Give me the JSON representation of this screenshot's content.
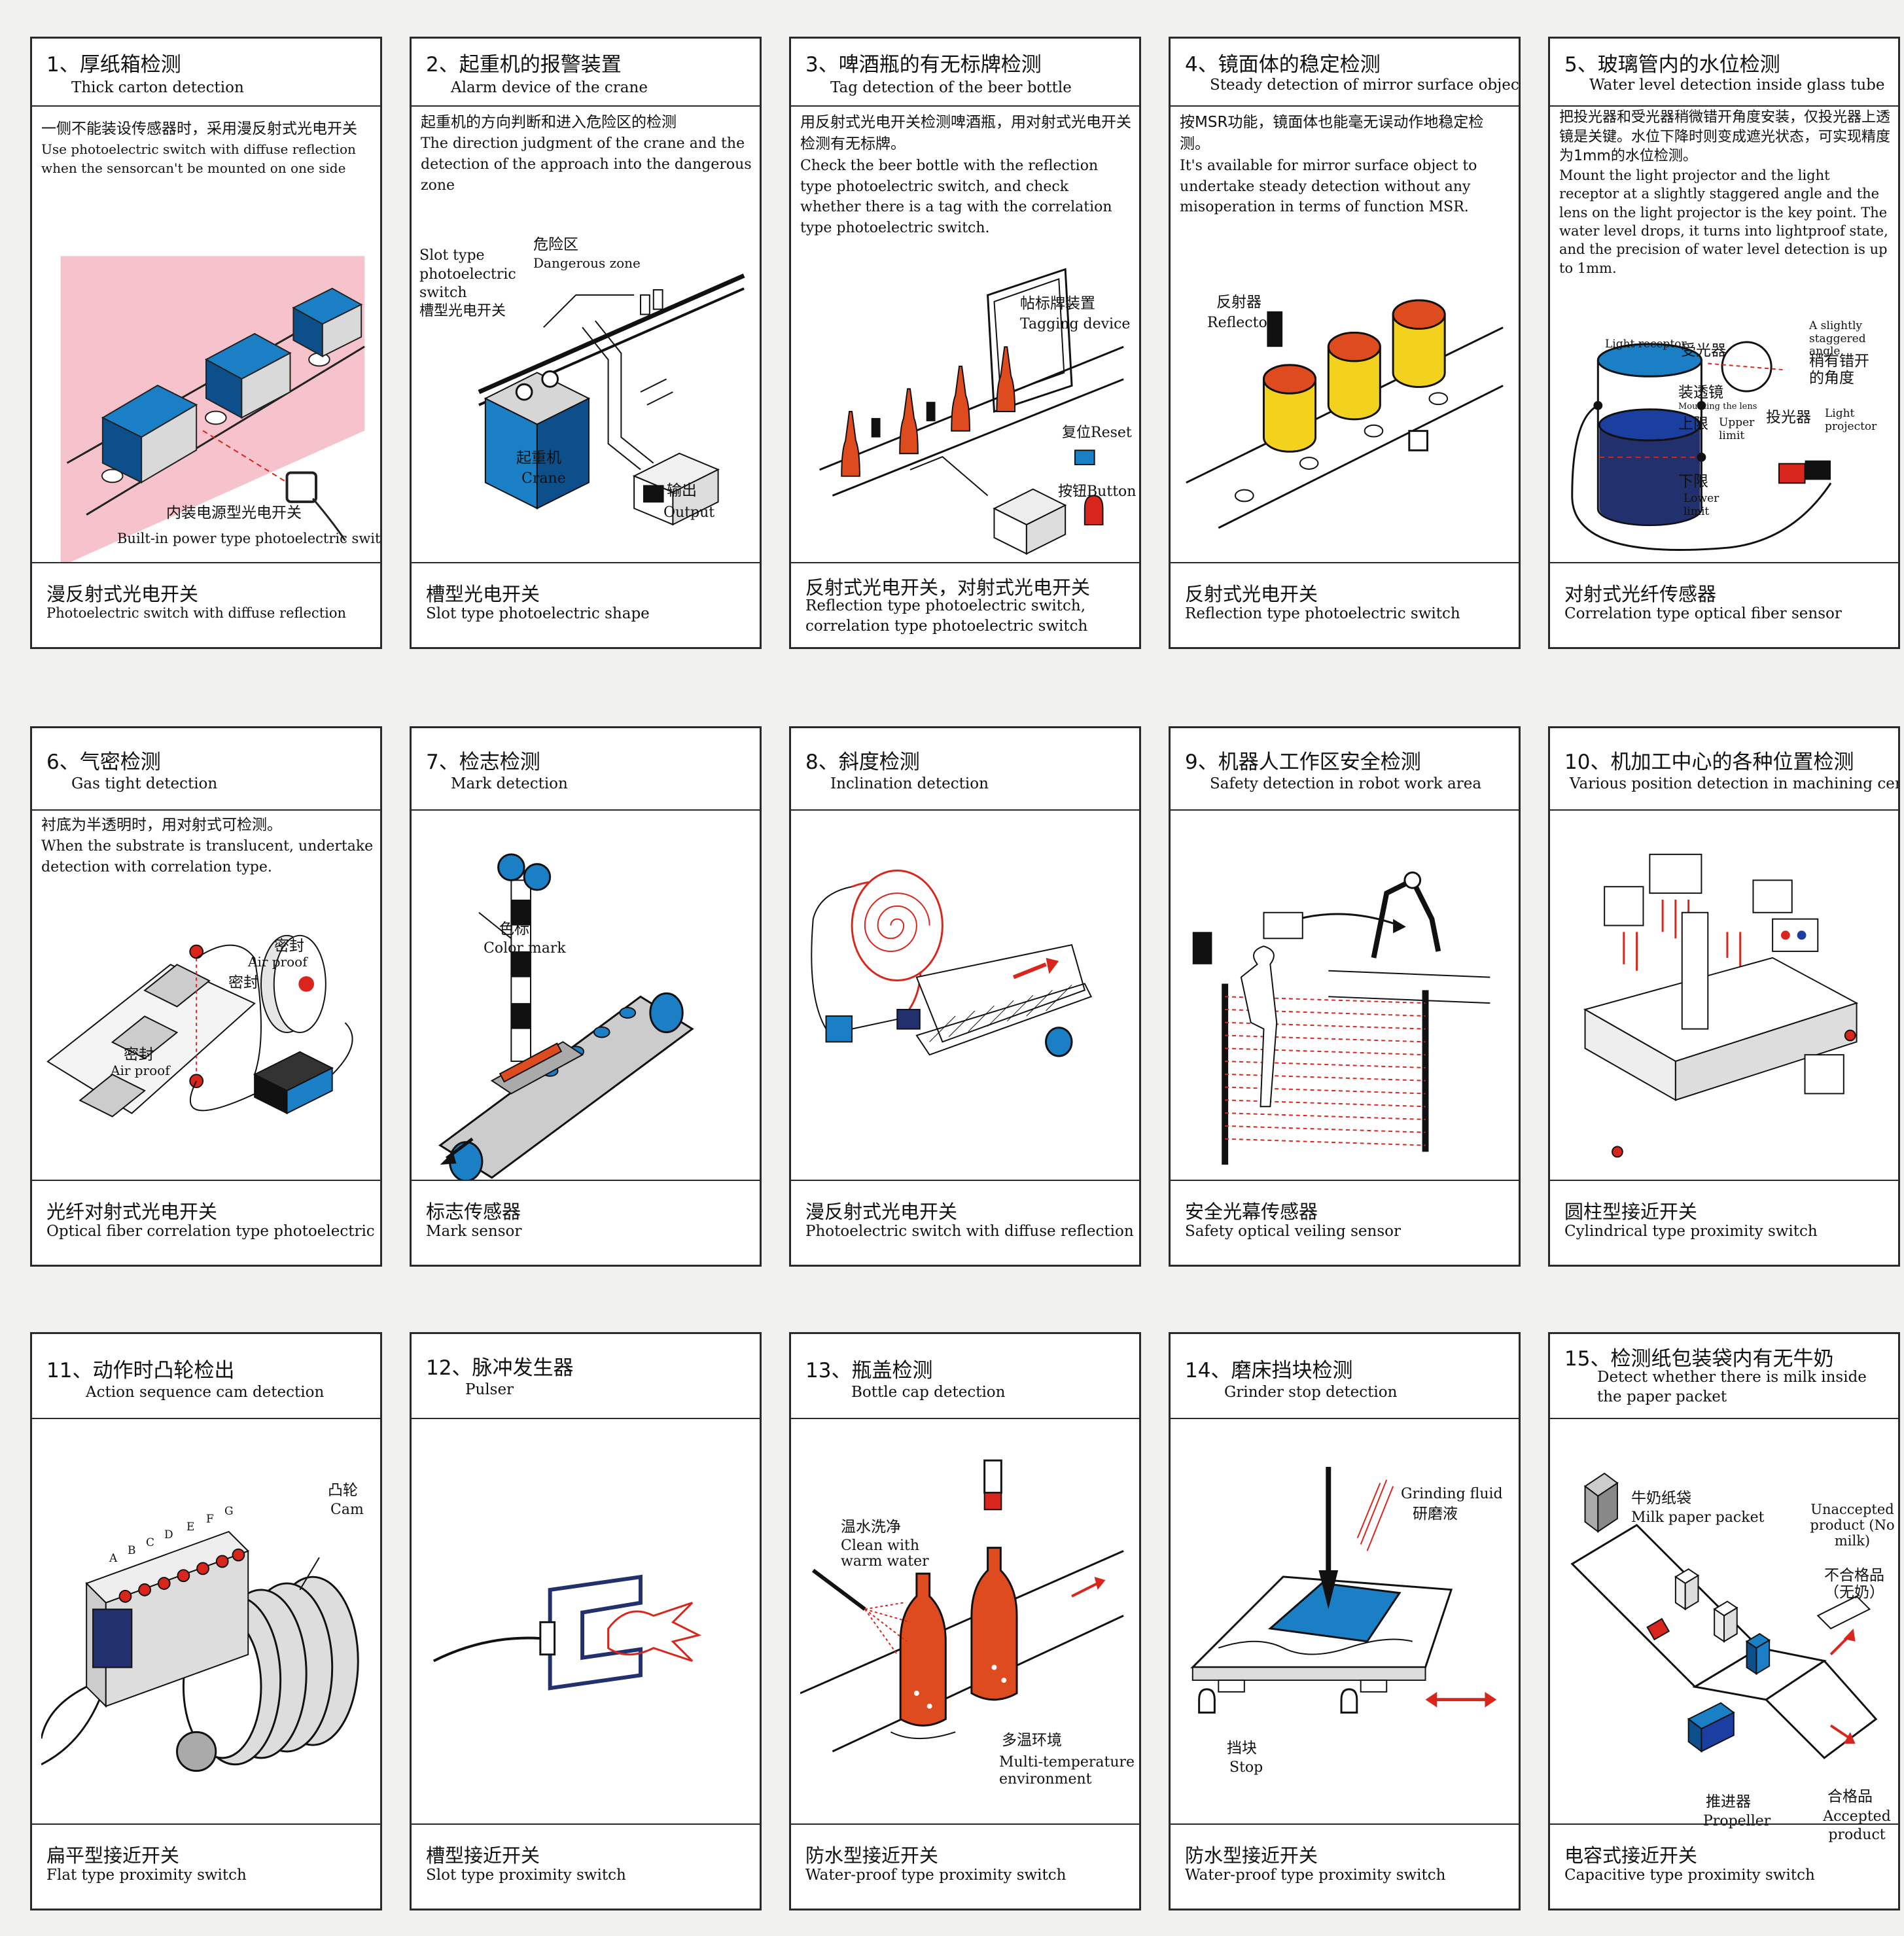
{
  "panels": [
    {
      "title_cn": "1、厚纸箱检测",
      "title_en": "Thick carton detection",
      "desc_cn": "一侧不能装设传感器时，采用漫反射式光电开关",
      "desc_en": "Use photoelectric switch with diffuse reflection when the sensorcan't be mounted on one side",
      "labels": {
        "a_cn": "内装电源型光电开关",
        "a_en": "Built-in power type photoelectric switch"
      },
      "footer_cn": "漫反射式光电开关",
      "footer_en": "Photoelectric switch with diffuse reflection"
    },
    {
      "title_cn": "2、起重机的报警装置",
      "title_en": "Alarm device of the crane",
      "desc_cn": "起重机的方向判断和进入危险区的检测",
      "desc_en": "The direction judgment of the crane and the detection of the approach into the dangerous zone",
      "labels": {
        "slot_en": "Slot type photoelectric switch",
        "slot_cn": "槽型光电开关",
        "danger_cn": "危险区",
        "danger_en": "Dangerous zone",
        "crane_cn": "起重机",
        "crane_en": "Crane",
        "out_cn": "输出",
        "out_en": "Output"
      },
      "footer_cn": "槽型光电开关",
      "footer_en": "Slot type photoelectric shape"
    },
    {
      "title_cn": "3、啤酒瓶的有无标牌检测",
      "title_en": "Tag detection of the beer bottle",
      "desc_cn": "用反射式光电开关检测啤酒瓶，用对射式光电开关检测有无标牌。",
      "desc_en": "Check the beer bottle with the reflection type photoelectric switch, and check whether there is a tag with the correlation type photoelectric switch.",
      "labels": {
        "tag_cn": "帖标牌装置",
        "tag_en": "Tagging device",
        "reset_cn": "复位",
        "reset_en": "Reset",
        "button_cn": "按钮",
        "button_en": "Button"
      },
      "footer_cn": "反射式光电开关，对射式光电开关",
      "footer_en": "Reflection type photoelectric switch, correlation type photoelectric switch"
    },
    {
      "title_cn": "4、镜面体的稳定检测",
      "title_en": "Steady detection of mirror surface object",
      "desc_cn": "按MSR功能，镜面体也能毫无误动作地稳定检测。",
      "desc_en": "It's available for mirror surface object to undertake steady detection without any misoperation in terms of function MSR.",
      "labels": {
        "refl_cn": "反射器",
        "refl_en": "Reflector"
      },
      "footer_cn": "反射式光电开关",
      "footer_en": "Reflection type photoelectric switch"
    },
    {
      "title_cn": "5、玻璃管内的水位检测",
      "title_en": "Water level detection inside glass tube",
      "desc_cn": "把投光器和受光器稍微错开角度安装，仅投光器上透镜是关键。水位下降时则变成遮光状态，可实现精度为1mm的水位检测。",
      "desc_en": "Mount the light projector and the light receptor at a slightly staggered angle and the lens on the light projector is the key point. The water level drops, it turns into lightproof state, and the precision of water level detection is up to 1mm.",
      "labels": {
        "recv_en": "Light receptor",
        "recv_cn": "受光器",
        "ang_en": "A slightly staggered angle",
        "ang_cn": "稍有错开的角度",
        "lens_cn": "装透镜",
        "lens_en": "Mounting the lens",
        "up_cn": "上限",
        "up_en": "Upper limit",
        "proj_cn": "投光器",
        "proj_en": "Light projector",
        "low_cn": "下限",
        "low_en": "Lower limit"
      },
      "footer_cn": "对射式光纤传感器",
      "footer_en": "Correlation type optical fiber sensor"
    },
    {
      "title_cn": "6、气密检测",
      "title_en": "Gas tight detection",
      "desc_cn": "衬底为半透明时，用对射式可检测。",
      "desc_en": "When the substrate is translucent, undertake detection with correlation type.",
      "labels": {
        "s1_cn": "密封",
        "s1_en": "Air proof",
        "s2_cn": "密封",
        "s3_cn": "密封",
        "s3_en": "Air proof"
      },
      "footer_cn": "光纤对射式光电开关",
      "footer_en": "Optical fiber correlation type photoelectric switch"
    },
    {
      "title_cn": "7、检志检测",
      "title_en": "Mark detection",
      "labels": {
        "mark_cn": "色标",
        "mark_en": "Color mark"
      },
      "footer_cn": "标志传感器",
      "footer_en": "Mark sensor"
    },
    {
      "title_cn": "8、斜度检测",
      "title_en": "Inclination detection",
      "footer_cn": "漫反射式光电开关",
      "footer_en": "Photoelectric switch with diffuse reflection"
    },
    {
      "title_cn": "9、机器人工作区安全检测",
      "title_en": "Safety detection in robot work area",
      "footer_cn": "安全光幕传感器",
      "footer_en": "Safety optical veiling sensor"
    },
    {
      "title_cn": "10、机加工中心的各种位置检测",
      "title_en": "Various position detection in machining centre",
      "footer_cn": "圆柱型接近开关",
      "footer_en": "Cylindrical type proximity switch"
    },
    {
      "title_cn": "11、动作时凸轮检出",
      "title_en": "Action sequence cam detection",
      "labels": {
        "cam_cn": "凸轮",
        "cam_en": "Cam",
        "letters": [
          "A",
          "B",
          "C",
          "D",
          "E",
          "F",
          "G"
        ]
      },
      "footer_cn": "扁平型接近开关",
      "footer_en": "Flat type proximity switch"
    },
    {
      "title_cn": "12、脉冲发生器",
      "title_en": "Pulser",
      "footer_cn": "槽型接近开关",
      "footer_en": "Slot type proximity switch"
    },
    {
      "title_cn": "13、瓶盖检测",
      "title_en": "Bottle cap detection",
      "labels": {
        "wash_cn": "温水洗净",
        "wash_en": "Clean with warm water",
        "env_cn": "多温环境",
        "env_en": "Multi-temperature environment"
      },
      "footer_cn": "防水型接近开关",
      "footer_en": "Water-proof type proximity switch"
    },
    {
      "title_cn": "14、磨床挡块检测",
      "title_en": "Grinder stop detection",
      "labels": {
        "fluid_en": "Grinding fluid",
        "fluid_cn": "研磨液",
        "stop_cn": "挡块",
        "stop_en": "Stop"
      },
      "footer_cn": "防水型接近开关",
      "footer_en": "Water-proof type proximity switch"
    },
    {
      "title_cn": "15、检测纸包装袋内有无牛奶",
      "title_en": "Detect whether there is milk inside the paper packet",
      "labels": {
        "milk_cn": "牛奶纸袋",
        "milk_en": "Milk paper packet",
        "un_en": "Unaccepted product (No milk)",
        "un_cn": "不合格品（无奶）",
        "prop_cn": "推进器",
        "prop_en": "Propeller",
        "acc_cn": "合格品",
        "acc_en": "Accepted product"
      },
      "footer_cn": "电容式接近开关",
      "footer_en": "Capacitive type proximity switch"
    }
  ],
  "colors": {
    "blue": "#1a7fc4",
    "pink": "#f6c3cc",
    "red": "#d8261c",
    "orange": "#de4b1f",
    "yellow": "#f2d21c",
    "navy": "#22306e"
  }
}
